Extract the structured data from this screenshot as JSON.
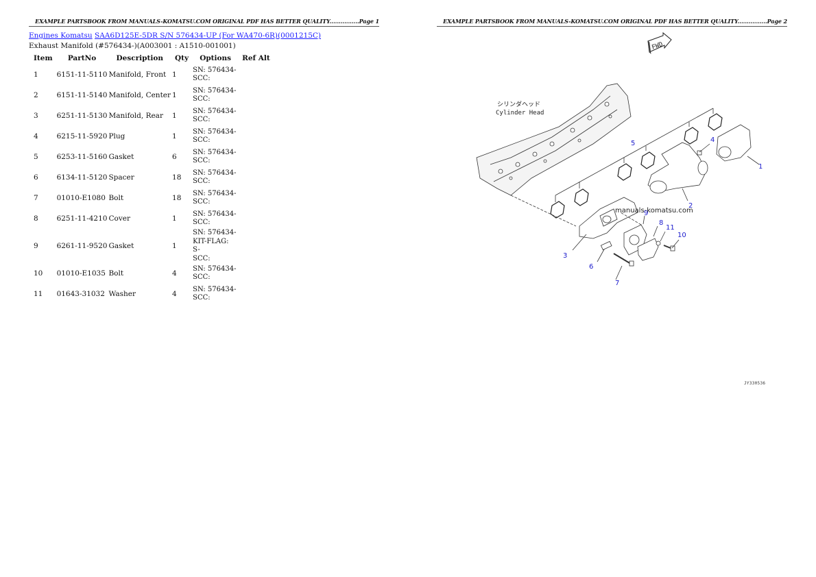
{
  "page1": {
    "header": "EXAMPLE PARTSBOOK FROM MANUALS-KOMATSU.COM ORIGINAL PDF HAS BETTER QUALITY................Page 1",
    "breadcrumbs": [
      {
        "label": "Engines Komatsu"
      },
      {
        "label": "SAA6D125E-5DR S/N 576434-UP (For WA470-6R)(0001215C)"
      }
    ],
    "subtitle": "Exhaust Manifold (#576434-)(A003001 : A1510-001001)",
    "table": {
      "columns": [
        "Item",
        "PartNo",
        "Description",
        "Qty",
        "Options",
        "Ref Alt"
      ],
      "rows": [
        {
          "item": "1",
          "partno": "6151-11-5110",
          "description": "Manifold, Front",
          "qty": "1",
          "options": [
            "SN: 576434-",
            "SCC:"
          ],
          "refalt": ""
        },
        {
          "item": "2",
          "partno": "6151-11-5140",
          "description": "Manifold, Center",
          "qty": "1",
          "options": [
            "SN: 576434-",
            "SCC:"
          ],
          "refalt": ""
        },
        {
          "item": "3",
          "partno": "6251-11-5130",
          "description": "Manifold, Rear",
          "qty": "1",
          "options": [
            "SN: 576434-",
            "SCC:"
          ],
          "refalt": ""
        },
        {
          "item": "4",
          "partno": "6215-11-5920",
          "description": "Plug",
          "qty": "1",
          "options": [
            "SN: 576434-",
            "SCC:"
          ],
          "refalt": ""
        },
        {
          "item": "5",
          "partno": "6253-11-5160",
          "description": "Gasket",
          "qty": "6",
          "options": [
            "SN: 576434-",
            "SCC:"
          ],
          "refalt": ""
        },
        {
          "item": "6",
          "partno": "6134-11-5120",
          "description": "Spacer",
          "qty": "18",
          "options": [
            "SN: 576434-",
            "SCC:"
          ],
          "refalt": ""
        },
        {
          "item": "7",
          "partno": "01010-E1080",
          "description": "Bolt",
          "qty": "18",
          "options": [
            "SN: 576434-",
            "SCC:"
          ],
          "refalt": ""
        },
        {
          "item": "8",
          "partno": "6251-11-4210",
          "description": "Cover",
          "qty": "1",
          "options": [
            "SN: 576434-",
            "SCC:"
          ],
          "refalt": ""
        },
        {
          "item": "9",
          "partno": "6261-11-9520",
          "description": "Gasket",
          "qty": "1",
          "options": [
            "SN: 576434-",
            "KIT-FLAG: S-",
            "SCC:"
          ],
          "refalt": ""
        },
        {
          "item": "10",
          "partno": "01010-E1035",
          "description": "Bolt",
          "qty": "4",
          "options": [
            "SN: 576434-",
            "SCC:"
          ],
          "refalt": ""
        },
        {
          "item": "11",
          "partno": "01643-31032",
          "description": "Washer",
          "qty": "4",
          "options": [
            "SN: 576434-",
            "SCC:"
          ],
          "refalt": ""
        }
      ]
    }
  },
  "page2": {
    "header": "EXAMPLE PARTSBOOK FROM MANUALS-KOMATSU.COM ORIGINAL PDF HAS BETTER QUALITY................Page 2",
    "fwd_label": "FWD",
    "diagram": {
      "label_jp": "シリンダヘッド",
      "label_en": "Cylinder Head",
      "watermark": "manuals-komatsu.com",
      "callouts": [
        "1",
        "2",
        "3",
        "4",
        "5",
        "6",
        "7",
        "8",
        "9",
        "10",
        "11"
      ],
      "callout_color": "#1a1acc"
    },
    "drawing_code": "JY330536"
  }
}
